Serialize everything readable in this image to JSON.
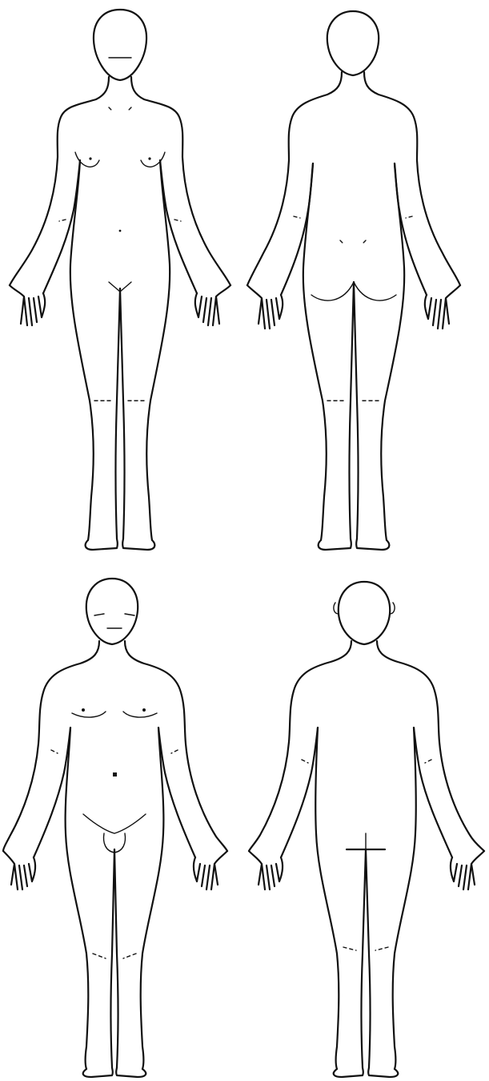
{
  "figures": [
    {
      "sex": "female",
      "view": "front"
    },
    {
      "sex": "female",
      "view": "back"
    },
    {
      "sex": "male",
      "view": "front"
    },
    {
      "sex": "male",
      "view": "back"
    }
  ],
  "colors": {
    "background": "#ffffff",
    "line": "#111111"
  }
}
